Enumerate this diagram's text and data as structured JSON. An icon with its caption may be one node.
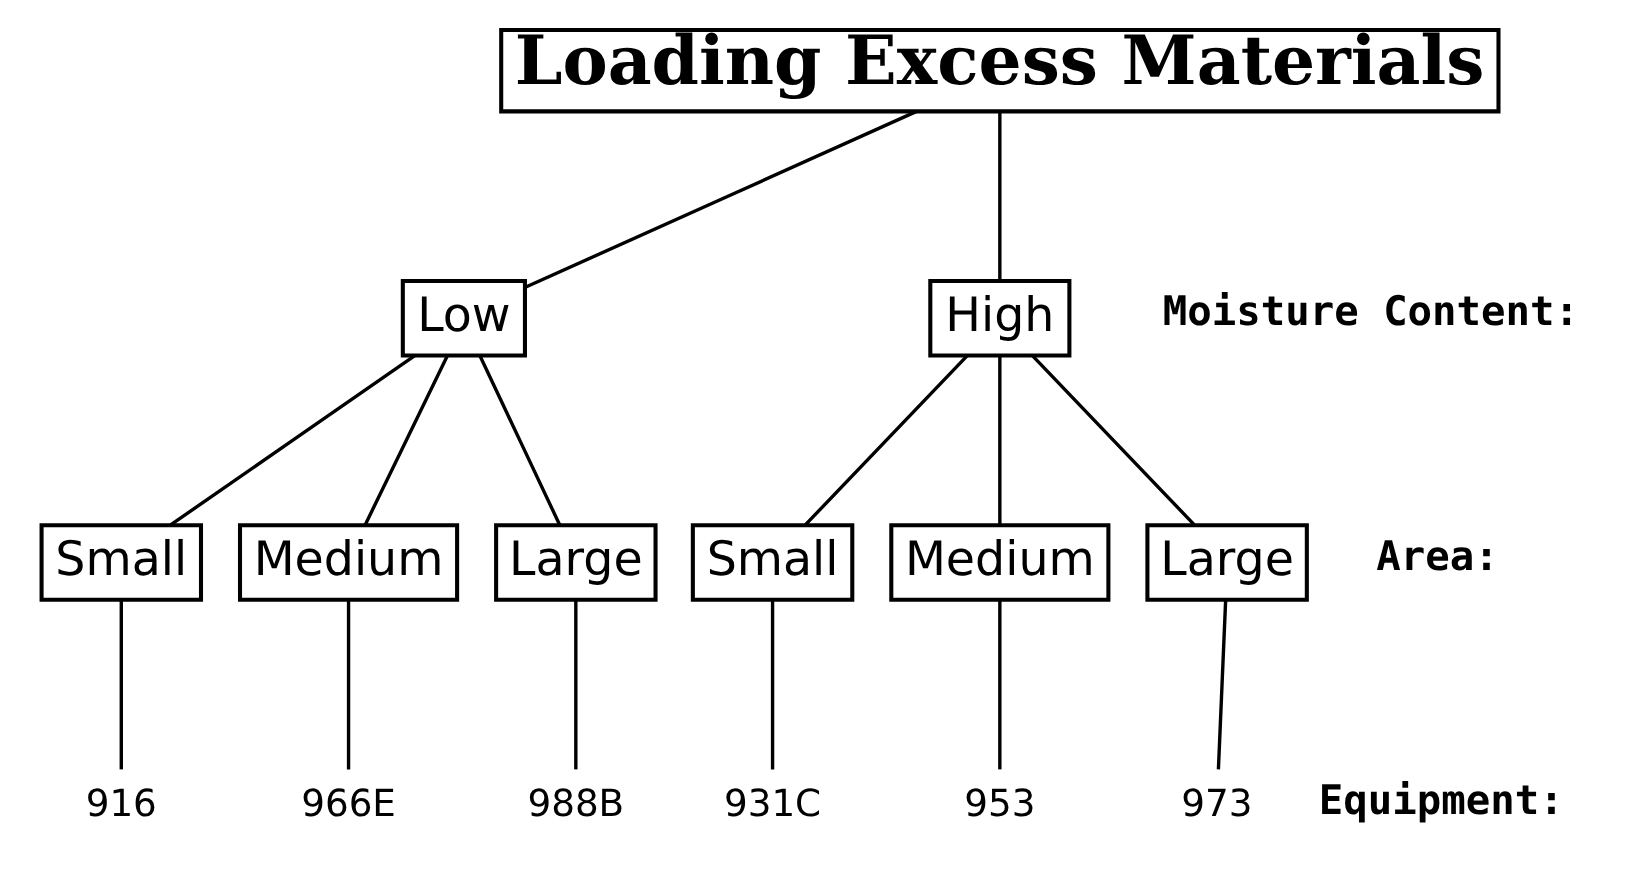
{
  "diagram": {
    "nodes": [
      {
        "text": [
          "Loading Excess Materials"
        ]
      },
      {
        "text": [
          "Low"
        ]
      },
      {
        "text": [
          "High"
        ]
      },
      {
        "text": [
          "Small"
        ]
      },
      {
        "text": [
          "Medium"
        ]
      },
      {
        "text": [
          "Large"
        ]
      },
      {
        "text": [
          "Small"
        ]
      },
      {
        "text": [
          "Medium"
        ]
      },
      {
        "text": [
          "Large"
        ]
      },
      {
        "text": [
          "916"
        ]
      },
      {
        "text": [
          "966E"
        ]
      },
      {
        "text": [
          "988B"
        ]
      },
      {
        "text": [
          "931C"
        ]
      },
      {
        "text": [
          "953"
        ]
      },
      {
        "text": [
          "973"
        ]
      }
    ],
    "edges": [
      {
        "from": 0,
        "to": 1,
        "arrow": "none"
      },
      {
        "from": 0,
        "to": 2,
        "arrow": "none"
      },
      {
        "from": 1,
        "to": 3,
        "arrow": "none"
      },
      {
        "from": 1,
        "to": 4,
        "arrow": "none"
      },
      {
        "from": 1,
        "to": 5,
        "arrow": "none"
      },
      {
        "from": 2,
        "to": 6,
        "arrow": "none"
      },
      {
        "from": 2,
        "to": 7,
        "arrow": "none"
      },
      {
        "from": 2,
        "to": 8,
        "arrow": "none"
      },
      {
        "from": 3,
        "to": 9,
        "arrow": "none"
      },
      {
        "from": 4,
        "to": 10,
        "arrow": "none"
      },
      {
        "from": 5,
        "to": 11,
        "arrow": "none"
      },
      {
        "from": 6,
        "to": 12,
        "arrow": "none"
      },
      {
        "from": 7,
        "to": 13,
        "arrow": "none"
      },
      {
        "from": 8,
        "to": 14,
        "arrow": "none"
      }
    ],
    "labels": [
      "Moisture Content:",
      "Area:",
      "Equipment:"
    ]
  }
}
